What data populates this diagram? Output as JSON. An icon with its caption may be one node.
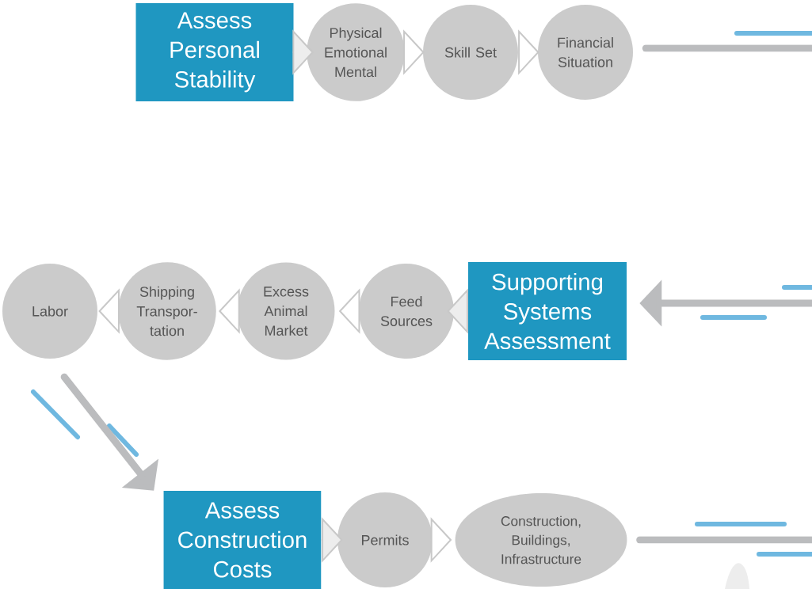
{
  "diagram": {
    "nodes": [
      {
        "text": [
          "Assess Personal Stability"
        ]
      },
      {
        "text": [
          "Physical Emotional Mental"
        ]
      },
      {
        "text": [
          "Skill Set"
        ]
      },
      {
        "text": [
          "Financial Situation"
        ]
      },
      {
        "text": [
          "Supporting Systems Assessment"
        ]
      },
      {
        "text": [
          "Feed Sources"
        ]
      },
      {
        "text": [
          "Excess Animal Market"
        ]
      },
      {
        "text": [
          "Shipping Transpor-tation"
        ]
      },
      {
        "text": [
          "Labor"
        ]
      },
      {
        "text": [
          "Assess Construction Costs"
        ]
      },
      {
        "text": [
          "Permits"
        ]
      },
      {
        "text": [
          "Construction, Buildings, Infrastructure"
        ]
      }
    ],
    "edges": [
      {
        "from": 0,
        "to": 1,
        "arrow": "to"
      },
      {
        "from": 1,
        "to": 2,
        "arrow": "to"
      },
      {
        "from": 2,
        "to": 3,
        "arrow": "to"
      },
      {
        "from": 3,
        "to": null,
        "arrow": "none"
      },
      {
        "from": null,
        "to": 4,
        "arrow": "to"
      },
      {
        "from": 4,
        "to": 5,
        "arrow": "to"
      },
      {
        "from": 5,
        "to": 6,
        "arrow": "to"
      },
      {
        "from": 6,
        "to": 7,
        "arrow": "to"
      },
      {
        "from": 7,
        "to": 8,
        "arrow": "to"
      },
      {
        "from": 8,
        "to": 9,
        "arrow": "to"
      },
      {
        "from": 9,
        "to": 10,
        "arrow": "to"
      },
      {
        "from": 10,
        "to": 11,
        "arrow": "to"
      },
      {
        "from": 11,
        "to": null,
        "arrow": "none"
      }
    ]
  }
}
